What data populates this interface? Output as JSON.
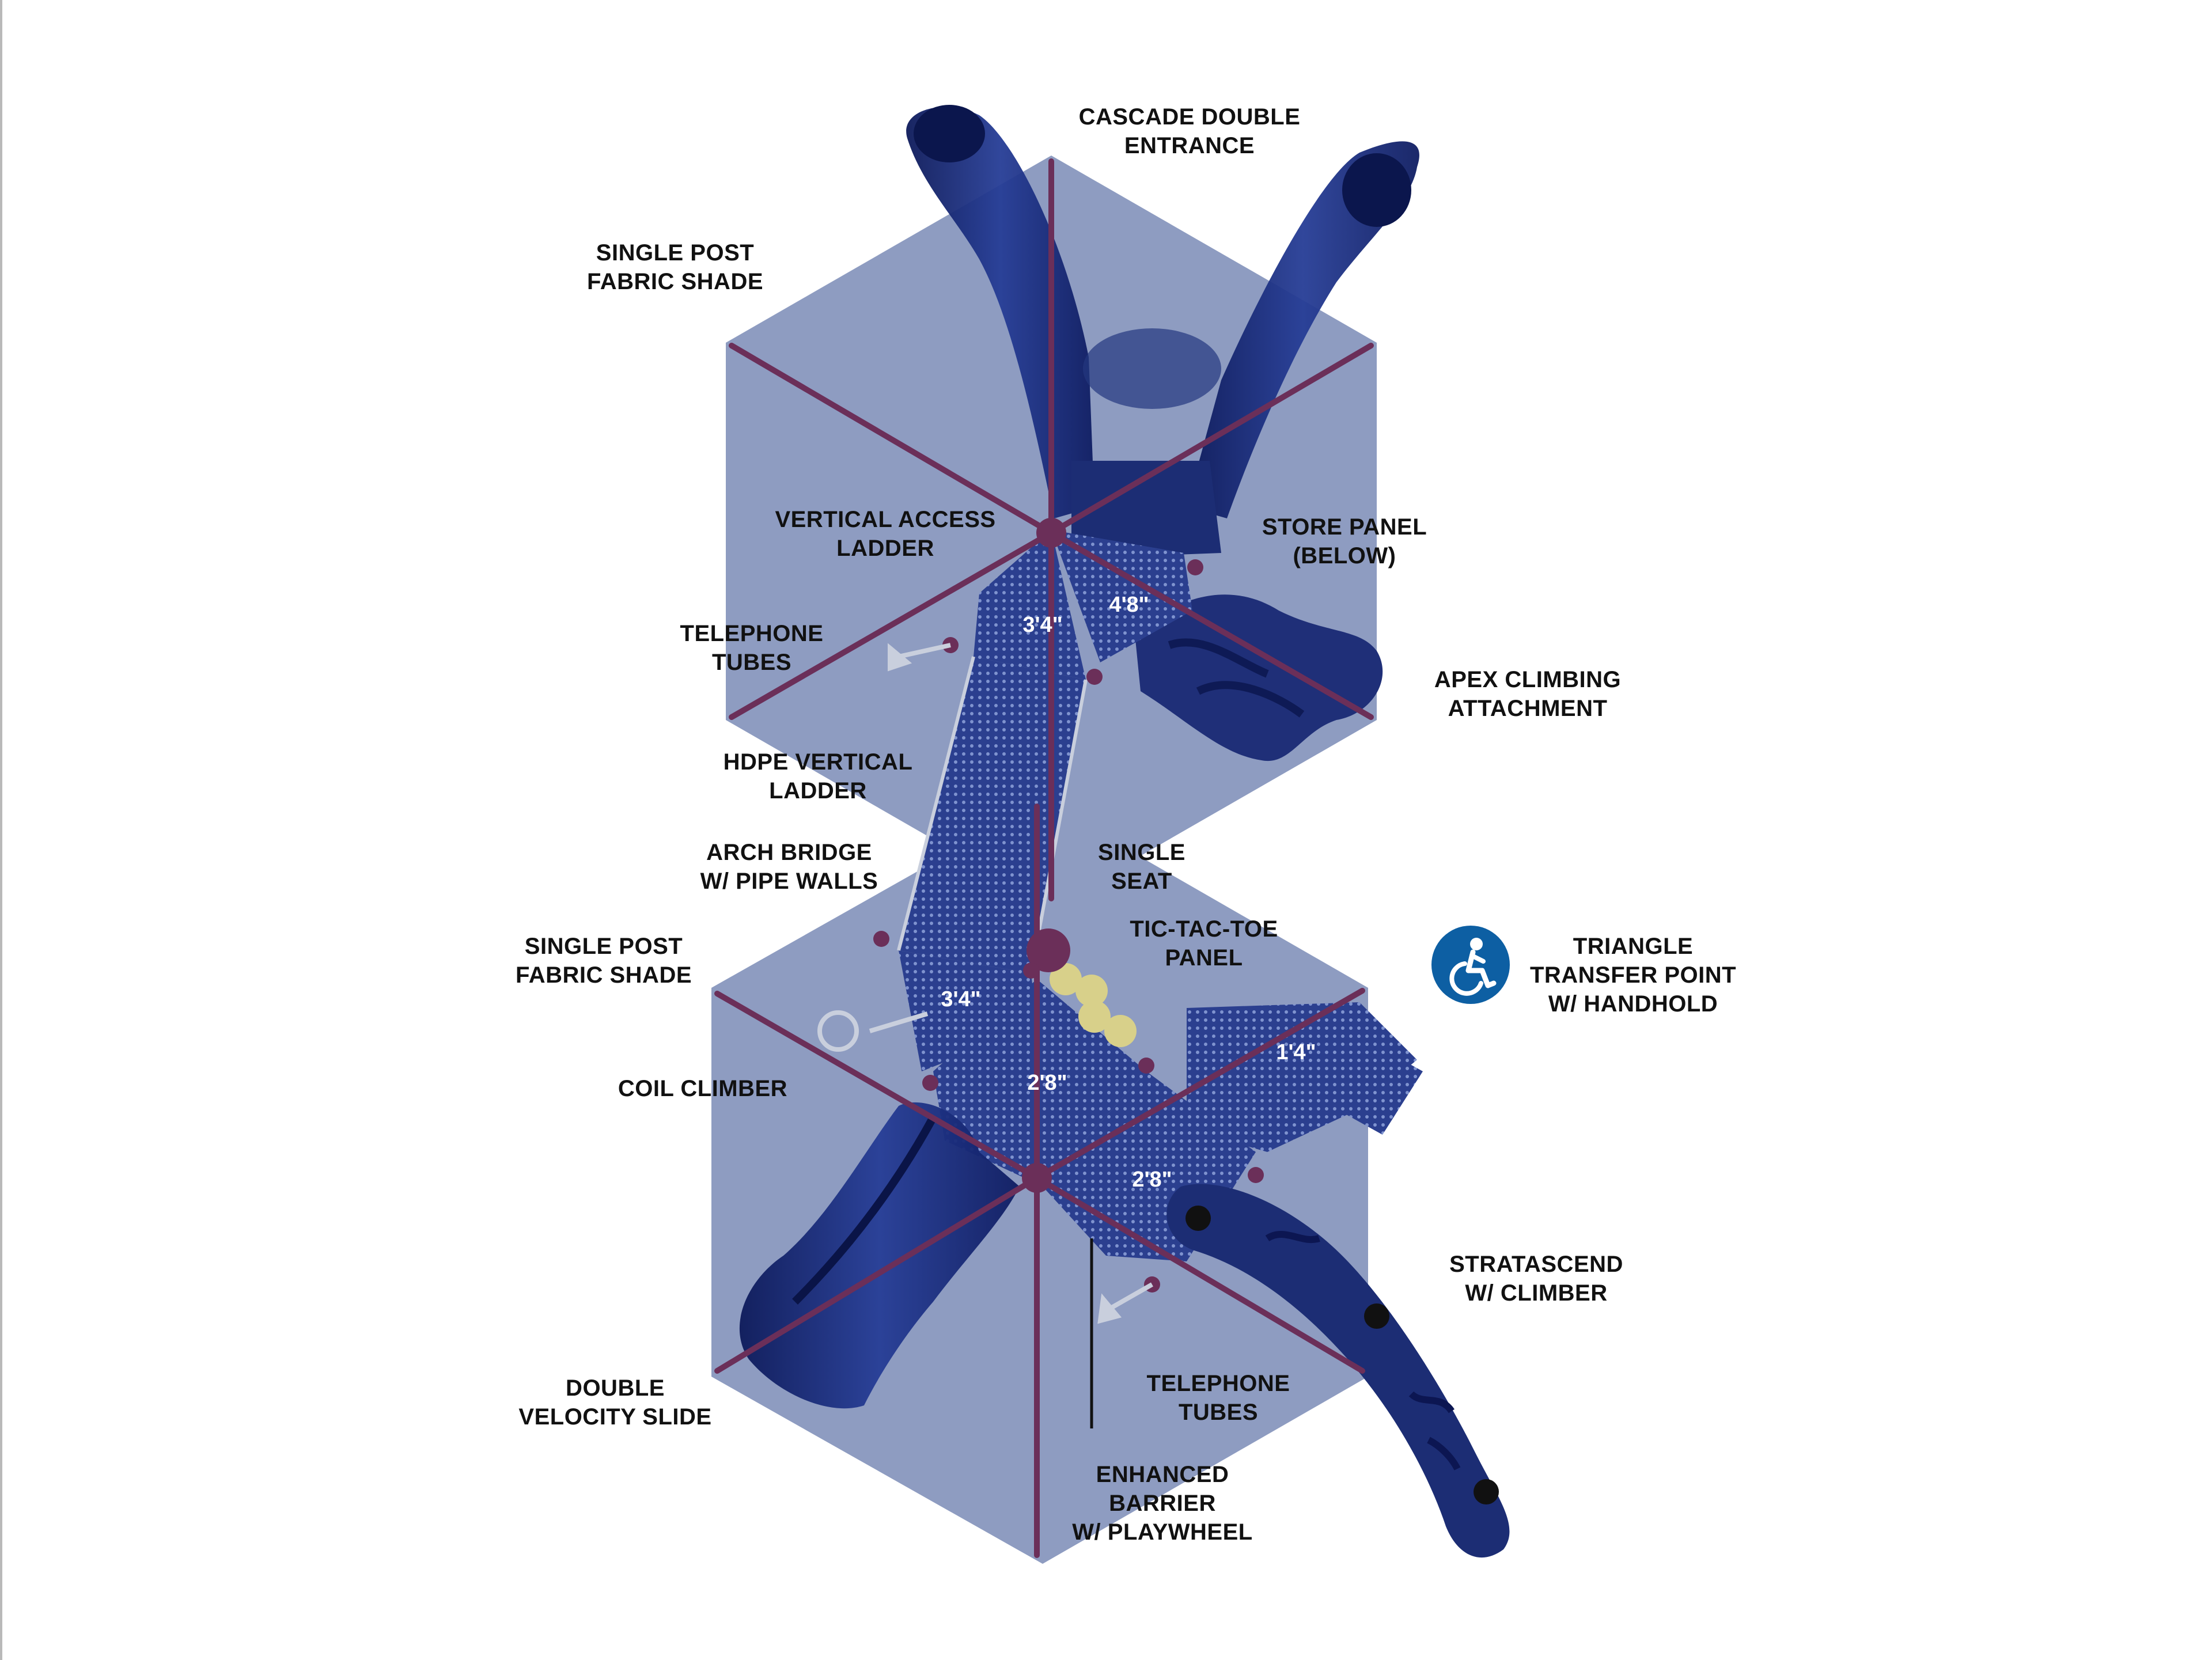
{
  "callouts": {
    "cascade_double_entrance": [
      "CASCADE DOUBLE",
      "ENTRANCE"
    ],
    "single_post_fabric_shade_top": [
      "SINGLE POST",
      "FABRIC SHADE"
    ],
    "vertical_access_ladder": [
      "VERTICAL ACCESS",
      "LADDER"
    ],
    "store_panel": [
      "STORE PANEL",
      "(BELOW)"
    ],
    "telephone_tubes_top": [
      "TELEPHONE",
      "TUBES"
    ],
    "apex_climbing_attachment": [
      "APEX CLIMBING",
      "ATTACHMENT"
    ],
    "hdpe_vertical_ladder": [
      "HDPE VERTICAL",
      "LADDER"
    ],
    "arch_bridge": [
      "ARCH BRIDGE",
      "W/ PIPE WALLS"
    ],
    "single_seat": [
      "SINGLE",
      "SEAT"
    ],
    "single_post_fabric_shade_bottom": [
      "SINGLE POST",
      "FABRIC SHADE"
    ],
    "tic_tac_toe_panel": [
      "TIC-TAC-TOE",
      "PANEL"
    ],
    "triangle_transfer_point": [
      "TRIANGLE",
      "TRANSFER POINT",
      "W/ HANDHOLD"
    ],
    "coil_climber": [
      "COIL CLIMBER"
    ],
    "stratascend": [
      "STRATASCEND",
      "W/ CLIMBER"
    ],
    "double_velocity_slide": [
      "DOUBLE",
      "VELOCITY SLIDE"
    ],
    "telephone_tubes_bottom": [
      "TELEPHONE",
      "TUBES"
    ],
    "enhanced_barrier": [
      "ENHANCED",
      "BARRIER",
      "W/ PLAYWHEEL"
    ]
  },
  "deck_heights": {
    "upper_left": "3'4\"",
    "upper_right": "4'8\"",
    "bridge_landing": "3'4\"",
    "center_deck": "2'8\"",
    "right_deck": "2'8\"",
    "transfer_deck": "1'4\""
  },
  "icons": {
    "accessibility": "wheelchair-accessibility-icon"
  },
  "colors": {
    "shade_canopy": "#8e9cc1",
    "components": "#1c2d74",
    "posts": "#6b2f59",
    "tic_tac_toe": "#d8d08a",
    "accessibility_badge": "#0d5fa3"
  }
}
